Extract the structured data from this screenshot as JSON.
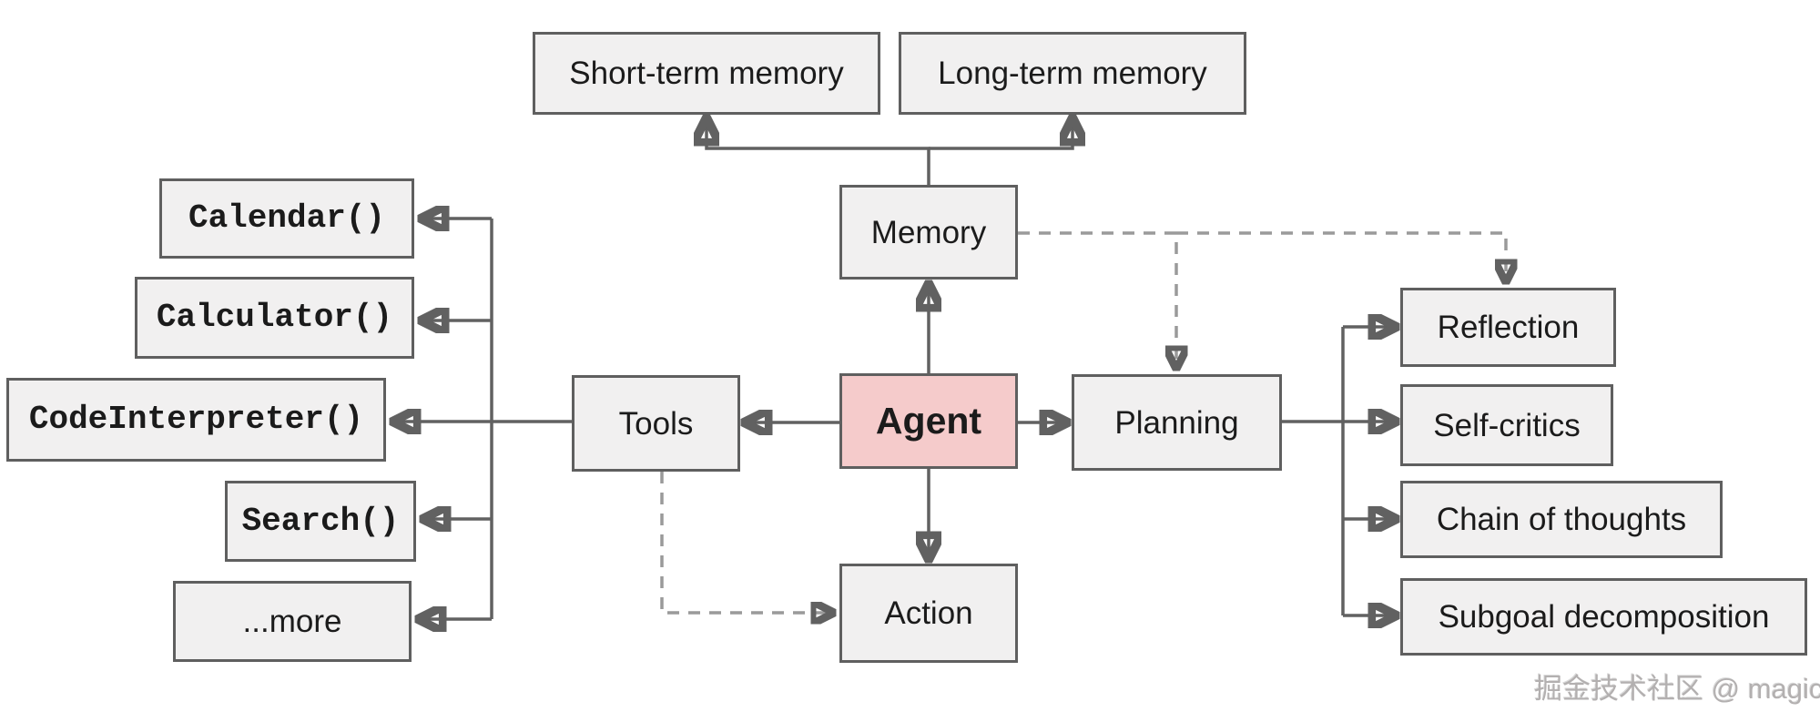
{
  "diagram": {
    "nodes": {
      "short_term_memory": "Short-term memory",
      "long_term_memory": "Long-term memory",
      "memory": "Memory",
      "agent": "Agent",
      "tools": "Tools",
      "planning": "Planning",
      "action": "Action",
      "calendar": "Calendar()",
      "calculator": "Calculator()",
      "code_interpreter": "CodeInterpreter()",
      "search": "Search()",
      "more": "...more",
      "reflection": "Reflection",
      "self_critics": "Self-critics",
      "chain_of_thoughts": "Chain of thoughts",
      "subgoal_decomposition": "Subgoal decomposition"
    },
    "watermark": "掘金技术社区 @ magicwt",
    "colors": {
      "agent_fill": "#f5cbcb",
      "node_fill": "#f1f0f0",
      "node_border": "#5f5f5f",
      "solid_line": "#616161",
      "dashed_line": "#9a9a9a",
      "text": "#1b1b1b",
      "watermark_text": "#b3b0b0"
    }
  }
}
